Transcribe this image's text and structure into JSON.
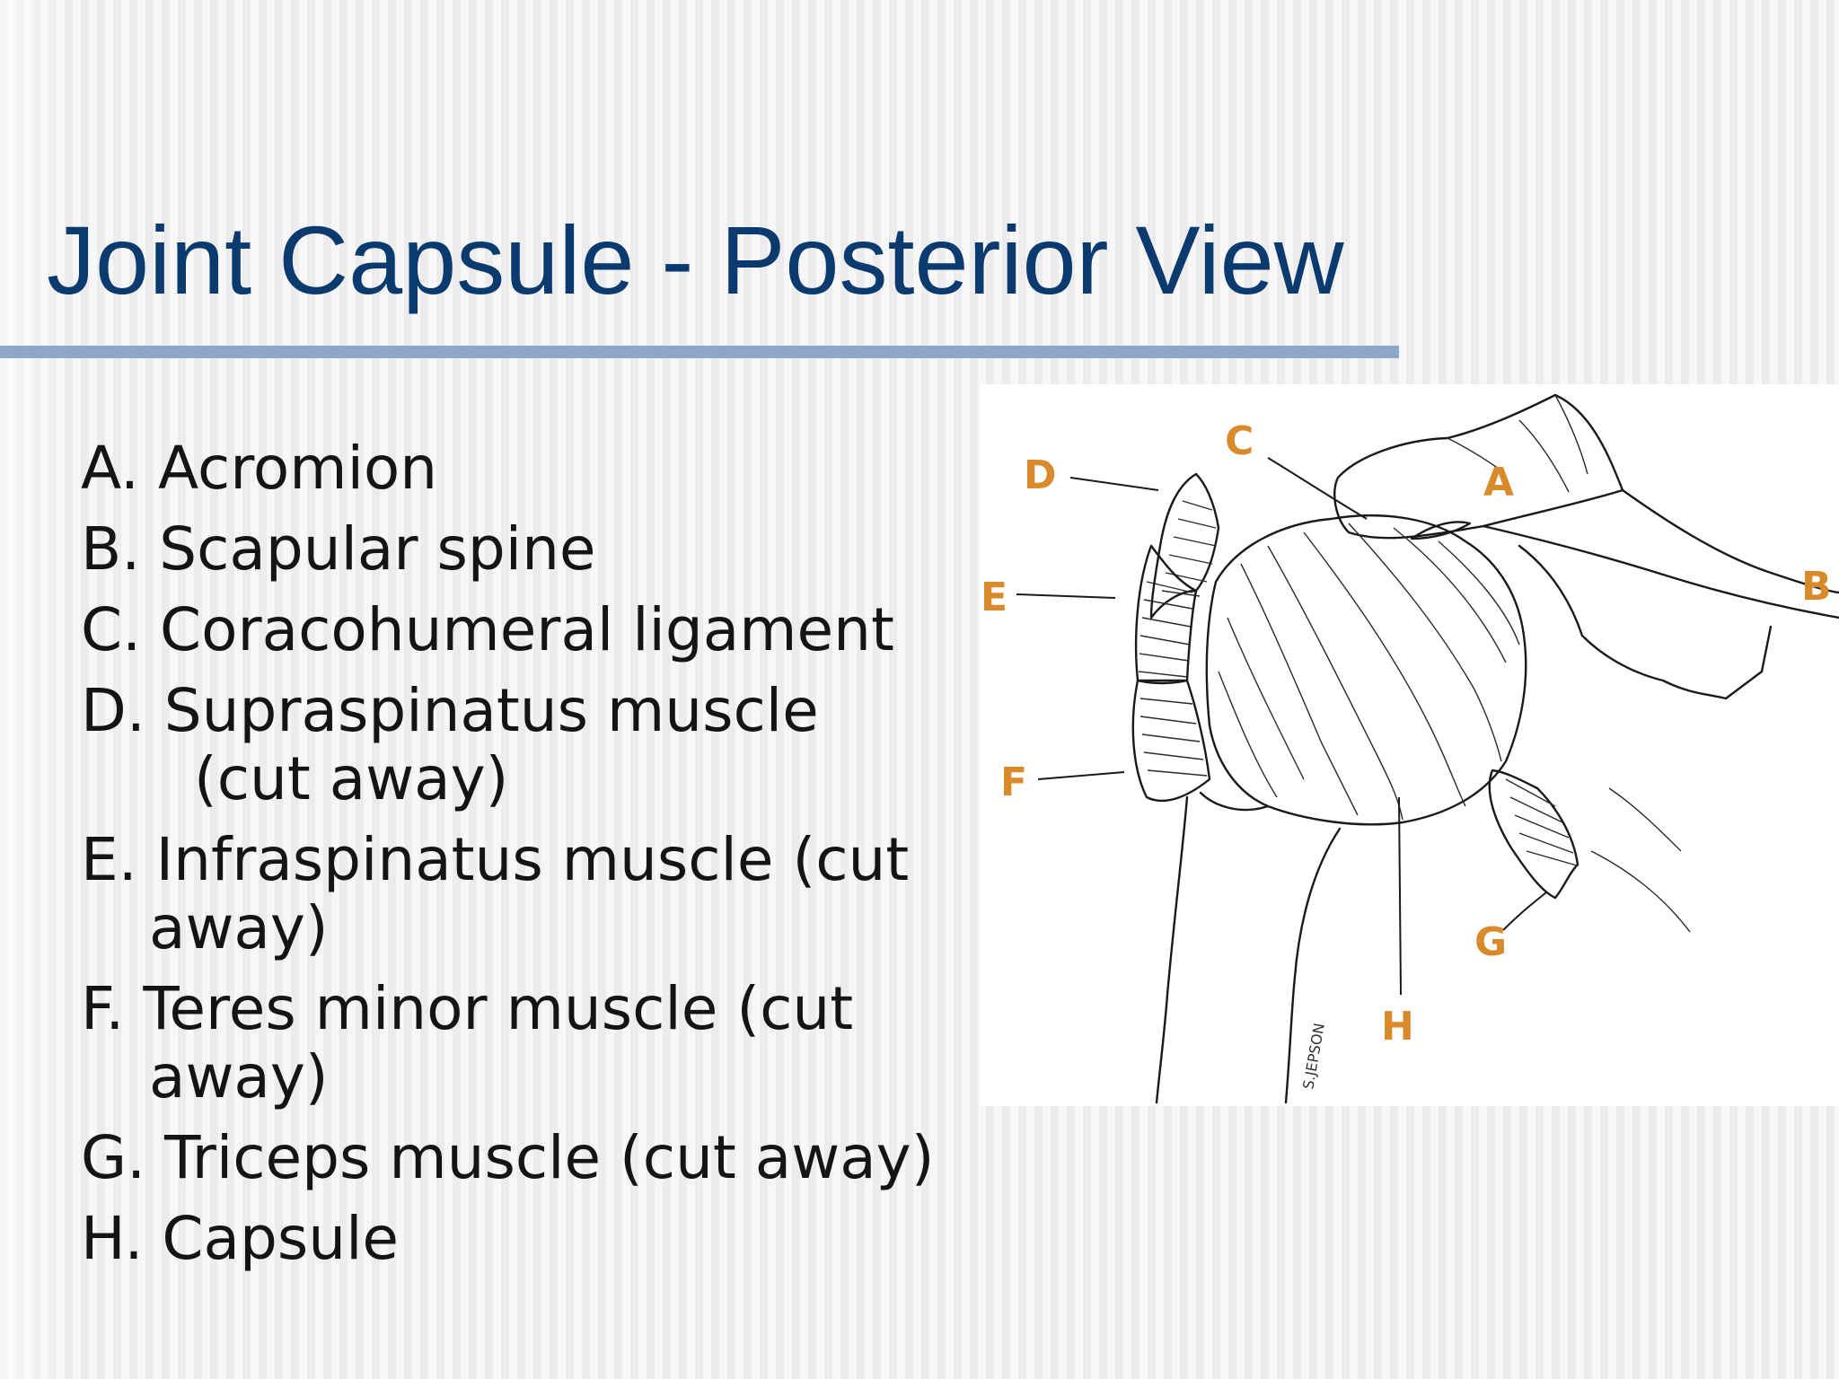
{
  "slide": {
    "title": "Joint Capsule - Posterior View"
  },
  "labels": [
    {
      "text": "A. Acromion"
    },
    {
      "text": "B. Scapular spine"
    },
    {
      "text": "C. Coracohumeral ligament"
    },
    {
      "text": "D. Supraspinatus muscle",
      "continuation": "(cut away)"
    },
    {
      "text": "E. Infraspinatus muscle (cut away)"
    },
    {
      "text": "F. Teres minor muscle (cut away)"
    },
    {
      "text": "G. Triceps muscle (cut away)"
    },
    {
      "text": "H. Capsule"
    }
  ],
  "figure": {
    "callouts": {
      "a": "A",
      "b": "B",
      "c": "C",
      "d": "D",
      "e": "E",
      "f": "F",
      "g": "G",
      "h": "H"
    },
    "signature": "S.JEPSON",
    "callout_color": "#d98a2b"
  },
  "colors": {
    "title": "#0b3a6e",
    "rule": "#8ea8cc",
    "text": "#141414"
  }
}
